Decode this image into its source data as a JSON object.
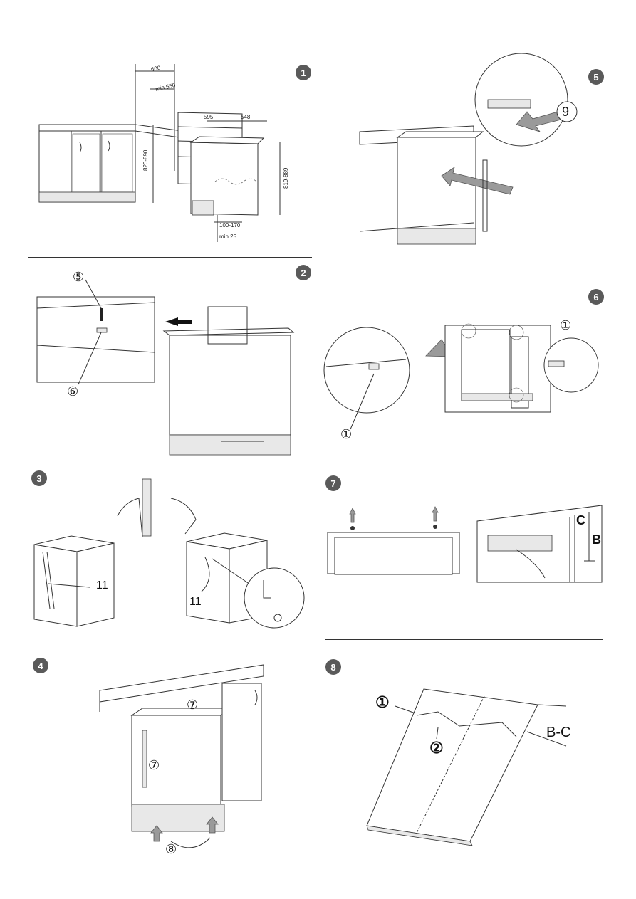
{
  "steps": {
    "s1": "1",
    "s2": "2",
    "s3": "3",
    "s4": "4",
    "s5": "5",
    "s6": "6",
    "s7": "7",
    "s8": "8"
  },
  "panel1": {
    "dim_600": "600",
    "dim_min550": "min 550",
    "dim_595": "595",
    "dim_548": "548",
    "dim_820_890": "820-890",
    "dim_819_889": "819-889",
    "dim_100_170": "100-170",
    "dim_min25": "min 25"
  },
  "panel2": {
    "callout_5": "⑤",
    "callout_6": "⑥"
  },
  "panel3": {
    "callout_11a": "11",
    "callout_11b": "11"
  },
  "panel4": {
    "callout_7a": "⑦",
    "callout_7b": "⑦",
    "callout_8": "⑧"
  },
  "panel5": {
    "callout_9": "9"
  },
  "panel6": {
    "callout_1a": "①",
    "callout_1b": "①"
  },
  "panel7": {
    "label_c": "C",
    "label_b": "B"
  },
  "panel8": {
    "callout_1": "①",
    "callout_2": "②",
    "label_bc": "B-C"
  }
}
